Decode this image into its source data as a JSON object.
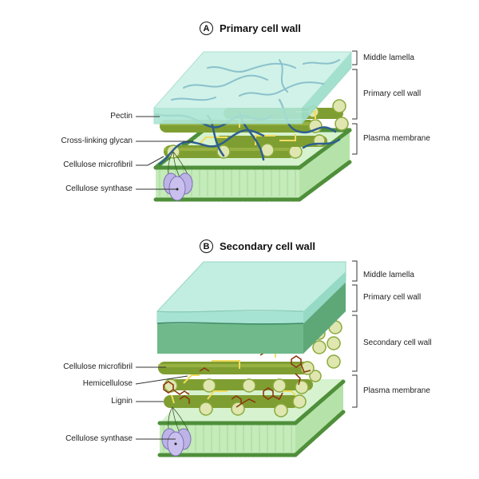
{
  "panels": [
    {
      "badge": "A",
      "title": "Primary cell wall",
      "left_labels": [
        "Pectin",
        "Cross-linking glycan",
        "Cellulose microfibril",
        "Cellulose synthase"
      ],
      "right_labels": [
        "Middle lamella",
        "Primary cell wall",
        "Plasma membrane"
      ]
    },
    {
      "badge": "B",
      "title": "Secondary cell wall",
      "left_labels": [
        "Cellulose microfibril",
        "Hemicellulose",
        "Lignin",
        "Cellulose synthase"
      ],
      "right_labels": [
        "Middle lamella",
        "Primary cell wall",
        "Secondary cell wall",
        "Plasma membrane"
      ]
    }
  ],
  "colors": {
    "middle_lamella": "#bfeee0",
    "primary_wall_solid": "#6fb98a",
    "microfibril": "#8aa93a",
    "microfibril_end": "#dfe6b0",
    "pectin": "#2e5f8e",
    "glycan": "#f2dc5d",
    "lignin": "#8a3a12",
    "membrane_head": "#4f8f3a",
    "membrane_tail": "#c9ecc0",
    "synthase": "#bdb3e6"
  }
}
